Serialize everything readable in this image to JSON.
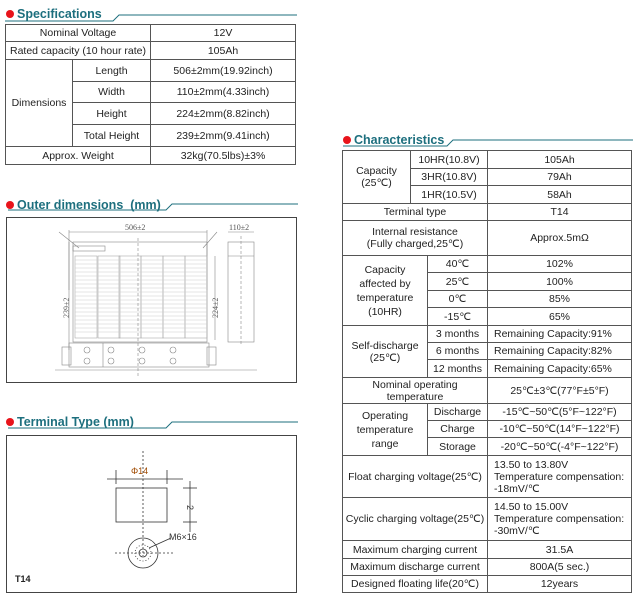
{
  "specifications": {
    "title": "Specifications",
    "nominal_voltage": {
      "label": "Nominal Voltage",
      "value": "12V"
    },
    "rated_capacity": {
      "label": "Rated capacity (10 hour rate)",
      "value": "105Ah"
    },
    "dimensions": {
      "label": "Dimensions",
      "rows": [
        {
          "label": "Length",
          "value": "506±2mm(19.92inch)"
        },
        {
          "label": "Width",
          "value": "110±2mm(4.33inch)"
        },
        {
          "label": "Height",
          "value": "224±2mm(8.82inch)"
        },
        {
          "label": "Total Height",
          "value": "239±2mm(9.41inch)"
        }
      ]
    },
    "weight": {
      "label": "Approx. Weight",
      "value": "32kg(70.5lbs)±3%"
    }
  },
  "outer_dimensions": {
    "title": "Outer dimensions  (mm)",
    "length": "506±2",
    "width": "110±2",
    "total_height": "239±2",
    "height": "224±2"
  },
  "terminal_type": {
    "title": "Terminal Type (mm)",
    "diameter": "Φ14",
    "depth": "2",
    "bolt": "M6×16",
    "name": "T14"
  },
  "characteristics": {
    "title": "Characteristics",
    "capacity": {
      "label": "Capacity",
      "sub": "(25℃)",
      "rows": [
        {
          "label": "10HR(10.8V)",
          "value": "105Ah"
        },
        {
          "label": "3HR(10.8V)",
          "value": "79Ah"
        },
        {
          "label": "1HR(10.5V)",
          "value": "58Ah"
        }
      ]
    },
    "terminal": {
      "label": "Terminal type",
      "value": "T14"
    },
    "internal_resistance": {
      "label1": "Internal resistance",
      "label2": "(Fully charged,25℃)",
      "value": "Approx.5mΩ"
    },
    "cap_temp": {
      "label": [
        "Capacity",
        "affected by",
        "temperature",
        "(10HR)"
      ],
      "rows": [
        {
          "label": "40℃",
          "value": "102%"
        },
        {
          "label": "25℃",
          "value": "100%"
        },
        {
          "label": "0℃",
          "value": "85%"
        },
        {
          "label": "-15℃",
          "value": "65%"
        }
      ]
    },
    "self_discharge": {
      "label": "Self-discharge",
      "sub": "(25℃)",
      "rows": [
        {
          "label": "3 months",
          "value": "Remaining Capacity:91%"
        },
        {
          "label": "6 months",
          "value": "Remaining Capacity:82%"
        },
        {
          "label": "12 months",
          "value": "Remaining Capacity:65%"
        }
      ]
    },
    "nominal_temp": {
      "label1": "Nominal operating",
      "label2": "temperature",
      "value": "25℃±3℃(77°F±5°F)"
    },
    "op_range": {
      "label": [
        "Operating",
        "temperature",
        "range"
      ],
      "rows": [
        {
          "label": "Discharge",
          "value": "-15℃~50℃(5°F~122°F)"
        },
        {
          "label": "Charge",
          "value": "-10℃~50℃(14°F~122°F)"
        },
        {
          "label": "Storage",
          "value": "-20℃~50℃(-4°F~122°F)"
        }
      ]
    },
    "float": {
      "label": "Float charging voltage(25℃)",
      "v1": "13.50 to 13.80V",
      "v2": "Temperature compensation:",
      "v3": "-18mV/℃"
    },
    "cyclic": {
      "label": "Cyclic charging voltage(25℃)",
      "v1": "14.50 to 15.00V",
      "v2": "Temperature compensation:",
      "v3": "-30mV/℃"
    },
    "max_charge": {
      "label": "Maximum charging current",
      "value": "31.5A"
    },
    "max_discharge": {
      "label": "Maximum discharge current",
      "value": "800A(5 sec.)"
    },
    "life": {
      "label": "Designed floating life(20℃)",
      "value": "12years"
    }
  },
  "colors": {
    "accent": "#1d6f7e",
    "bullet": "#e8141b"
  }
}
